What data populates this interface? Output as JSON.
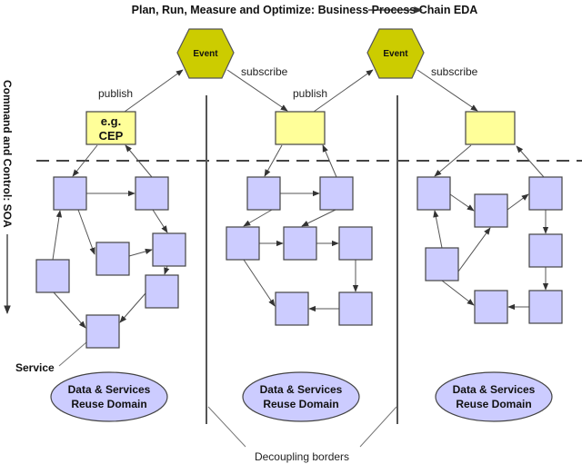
{
  "title": "Plan, Run, Measure and Optimize: Business Process Chain EDA",
  "side_label": "Command and Control: SOA",
  "colors": {
    "event": "#cccc00",
    "process_box": "#ffff99",
    "service": "#ccccff",
    "line": "#555555"
  },
  "events": [
    {
      "label": "Event"
    },
    {
      "label": "Event"
    }
  ],
  "process_boxes": [
    {
      "label_line1": "e.g.",
      "label_line2": "CEP"
    },
    {
      "label_line1": "",
      "label_line2": ""
    },
    {
      "label_line1": "",
      "label_line2": ""
    }
  ],
  "edge_labels": {
    "publish": "publish",
    "subscribe": "subscribe"
  },
  "service_label": "Service",
  "domains": [
    {
      "line1": "Data & Services",
      "line2": "Reuse Domain"
    },
    {
      "line1": "Data & Services",
      "line2": "Reuse Domain"
    },
    {
      "line1": "Data & Services",
      "line2": "Reuse Domain"
    }
  ],
  "decoupling_label": "Decoupling borders",
  "panels": [
    {
      "name": "left",
      "service_count": 7
    },
    {
      "name": "middle",
      "service_count": 7
    },
    {
      "name": "right",
      "service_count": 7
    }
  ]
}
